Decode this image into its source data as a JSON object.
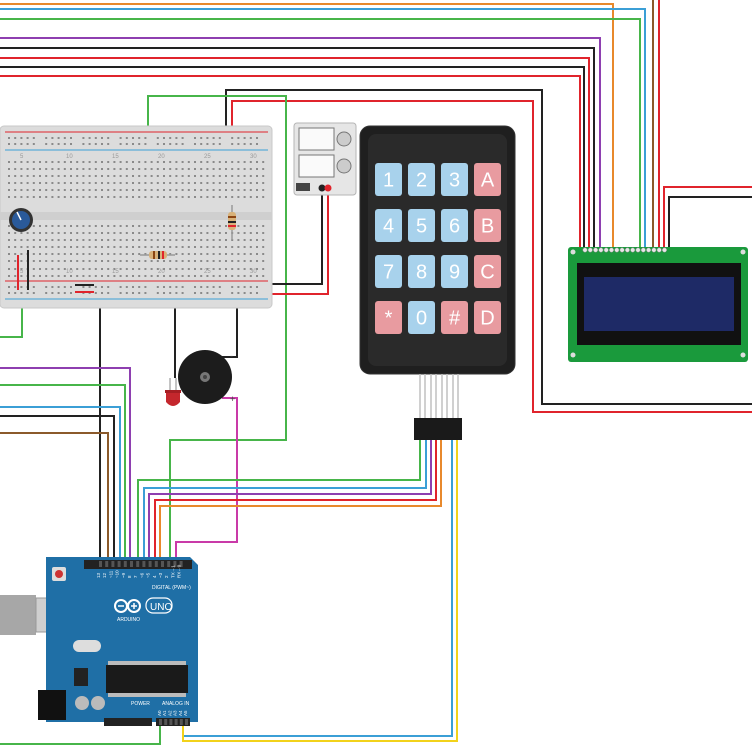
{
  "keypad": {
    "keys": [
      "1",
      "2",
      "3",
      "A",
      "4",
      "5",
      "6",
      "B",
      "7",
      "8",
      "9",
      "C",
      "*",
      "0",
      "#",
      "D"
    ]
  },
  "arduino": {
    "brand_logo": "UNO",
    "brand_sub": "ARDUINO",
    "digital_label": "DIGITAL (PWM~)",
    "power_label": "POWER",
    "analog_label": "ANALOG IN",
    "digital_pins": [
      "13",
      "12",
      "~11",
      "~10",
      "~9",
      "8",
      "7",
      "~6",
      "~5",
      "4",
      "~3",
      "2",
      "TX→1",
      "RX←0"
    ],
    "analog_pins": [
      "A0",
      "A1",
      "A2",
      "A3",
      "A4",
      "A5"
    ]
  },
  "breadboard": {
    "col_markers": [
      "5",
      "10",
      "15",
      "20",
      "25",
      "30"
    ]
  },
  "components": {
    "buzzer_plus": "+",
    "buzzer_minus": "-"
  },
  "colors": {
    "wire_blue": "#3b9fd6",
    "wire_green": "#47b54a",
    "wire_red": "#e0242c",
    "wire_black": "#222222",
    "wire_purple": "#8e3fb0",
    "wire_brown": "#8b5a2b",
    "wire_orange": "#e8892c",
    "wire_yellow": "#f2d21b",
    "wire_magenta": "#c93aa8",
    "key_blue": "#a8d2ec",
    "key_red": "#e89ba0",
    "arduino_blue": "#1f6fa6",
    "lcd_green": "#1a9a3c",
    "lcd_screen": "#1e2a66"
  }
}
